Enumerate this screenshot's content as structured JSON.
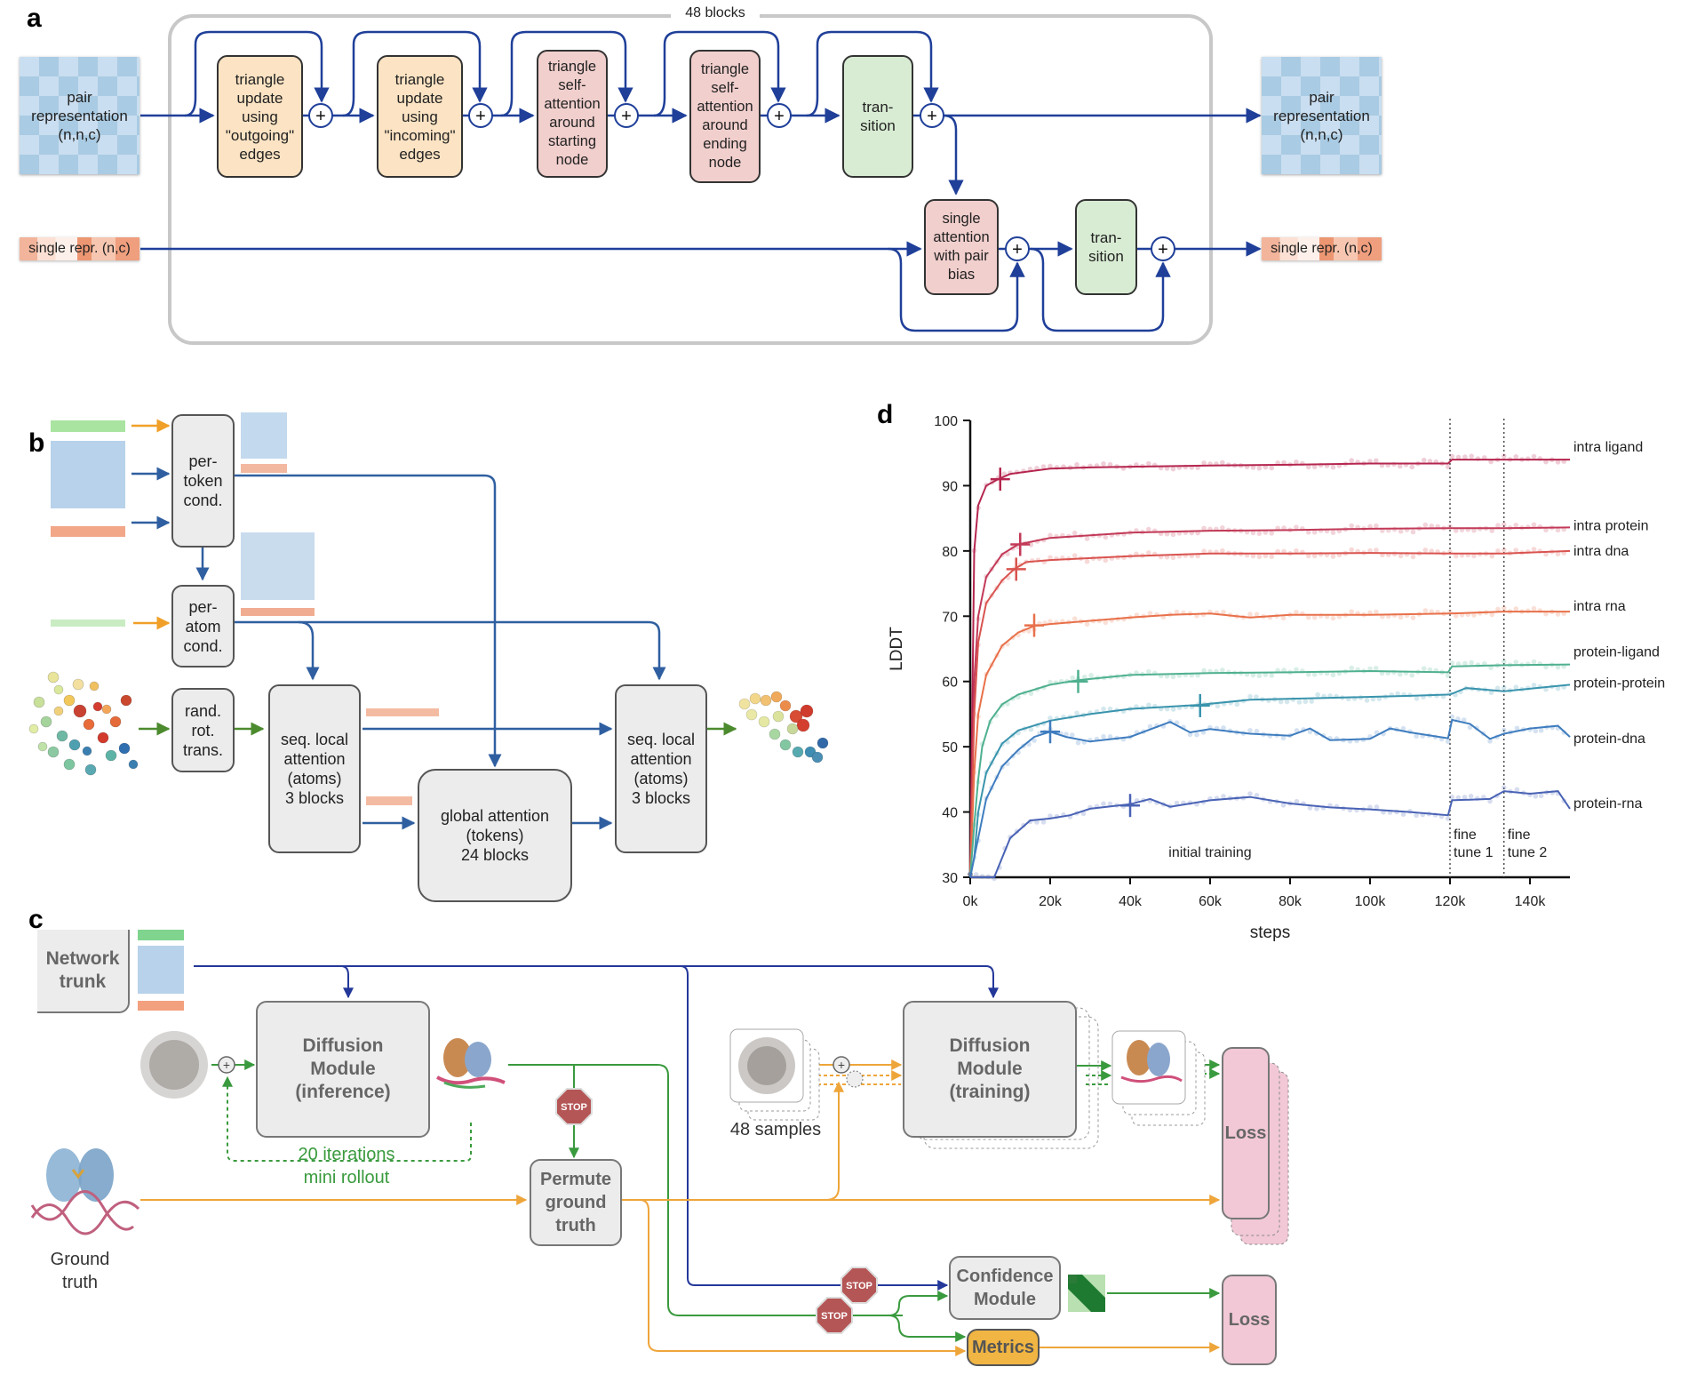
{
  "panels": {
    "a": {
      "letter": "a",
      "container_label": "48 blocks",
      "pair_input": "pair\nrepresentation\n(n,n,c)",
      "pair_output": "pair\nrepresentation\n(n,n,c)",
      "single_input": "single repr. (n,c)",
      "single_output": "single repr. (n,c)",
      "blocks": [
        {
          "label": "triangle\nupdate\nusing\n\"outgoing\"\nedges",
          "color": "#fbe3c3"
        },
        {
          "label": "triangle\nupdate\nusing\n\"incoming\"\nedges",
          "color": "#fbe3c3"
        },
        {
          "label": "triangle\nself-\nattention\naround\nstarting\nnode",
          "color": "#f1cfcd"
        },
        {
          "label": "triangle\nself-\nattention\naround\nending\nnode",
          "color": "#f1cfcd"
        },
        {
          "label": "tran-\nsition",
          "color": "#d8ecd3"
        },
        {
          "label": "single\nattention\nwith pair\nbias",
          "color": "#f1cfcd"
        },
        {
          "label": "tran-\nsition",
          "color": "#d8ecd3"
        }
      ],
      "sum_symbol": "+"
    },
    "b": {
      "letter": "b",
      "blocks": [
        {
          "label": "per-\ntoken\ncond."
        },
        {
          "label": "per-\natom\ncond."
        },
        {
          "label": "rand.\nrot.\ntrans."
        },
        {
          "label": "seq. local\nattention\n(atoms)\n3 blocks"
        },
        {
          "label": "global attention\n(tokens)\n24 blocks"
        },
        {
          "label": "seq. local\nattention\n(atoms)\n3 blocks"
        }
      ]
    },
    "c": {
      "letter": "c",
      "network_trunk": "Network\ntrunk",
      "diffusion_inference": "Diffusion\nModule\n(inference)",
      "rollout_label": "20 iterations\nmini rollout",
      "ground_truth": "Ground\ntruth",
      "permute": "Permute\nground\ntruth",
      "samples_label": "48 samples",
      "diffusion_training": "Diffusion\nModule\n(training)",
      "loss_top": "Loss",
      "confidence": "Confidence\nModule",
      "metrics": "Metrics",
      "loss_bottom": "Loss",
      "stop_label": "STOP"
    }
  },
  "chart_data": {
    "type": "line",
    "panel_letter": "d",
    "title": "",
    "xlabel": "steps",
    "ylabel": "LDDT",
    "xlim": [
      0,
      150000
    ],
    "ylim": [
      30,
      100
    ],
    "xticks": [
      0,
      20000,
      40000,
      60000,
      80000,
      100000,
      120000,
      140000
    ],
    "xtick_labels": [
      "0k",
      "20k",
      "40k",
      "60k",
      "80k",
      "100k",
      "120k",
      "140k"
    ],
    "yticks": [
      30,
      40,
      50,
      60,
      70,
      80,
      90,
      100
    ],
    "ytick_labels": [
      "30",
      "40",
      "50",
      "60",
      "70",
      "80",
      "90",
      "100"
    ],
    "grid": false,
    "legend": "inline-right",
    "phase_dividers": [
      120000,
      133500
    ],
    "phase_labels": [
      {
        "text": "initial training",
        "x": 60000
      },
      {
        "text": "fine\ntune 1",
        "x": 120000
      },
      {
        "text": "fine\ntune 2",
        "x": 133500
      }
    ],
    "series": [
      {
        "name": "intra ligand",
        "color": "#b5264f",
        "x": [
          0,
          1000,
          2000,
          4000,
          7000,
          10000,
          20000,
          30000,
          40000,
          60000,
          80000,
          100000,
          119500,
          120500,
          133500,
          150000
        ],
        "y": [
          30,
          80,
          87,
          90,
          91,
          91.8,
          92.6,
          92.8,
          92.9,
          93.1,
          93.2,
          93.4,
          93.4,
          94.0,
          94.0,
          94.0
        ],
        "marker": {
          "x": 7500,
          "y": 91
        }
      },
      {
        "name": "intra protein",
        "color": "#c23a58",
        "x": [
          0,
          1000,
          2000,
          4000,
          8000,
          12000,
          20000,
          40000,
          60000,
          80000,
          100000,
          120000,
          133500,
          150000
        ],
        "y": [
          30,
          60,
          70,
          76,
          79.5,
          81,
          82,
          82.8,
          83.1,
          83.2,
          83.4,
          83.5,
          83.5,
          83.6
        ],
        "marker": {
          "x": 12500,
          "y": 81
        }
      },
      {
        "name": "intra dna",
        "color": "#d9534f",
        "x": [
          0,
          1000,
          2000,
          4000,
          8000,
          11000,
          14000,
          20000,
          40000,
          60000,
          80000,
          100000,
          120000,
          133500,
          150000
        ],
        "y": [
          30,
          55,
          66,
          72,
          75.5,
          77.2,
          78.3,
          78.6,
          79.2,
          79.6,
          79.6,
          79.7,
          79.6,
          79.6,
          80.0
        ],
        "marker": {
          "x": 11500,
          "y": 77.2
        }
      },
      {
        "name": "intra rna",
        "color": "#e8704a",
        "x": [
          0,
          1000,
          2000,
          4000,
          8000,
          12000,
          16000,
          20000,
          40000,
          50000,
          60000,
          70000,
          80000,
          100000,
          120000,
          133500,
          150000
        ],
        "y": [
          30,
          46,
          55,
          61,
          65.5,
          67.5,
          68.5,
          68.8,
          69.8,
          70.2,
          70.4,
          69.8,
          70.2,
          70.2,
          70.4,
          70.7,
          70.7
        ],
        "marker": {
          "x": 16000,
          "y": 68.6
        }
      },
      {
        "name": "protein-ligand",
        "color": "#4fb08f",
        "x": [
          0,
          1000,
          2000,
          3000,
          5000,
          8000,
          12000,
          20000,
          27000,
          40000,
          60000,
          80000,
          100000,
          119500,
          120500,
          133500,
          150000
        ],
        "y": [
          30,
          38,
          45,
          50,
          54,
          56.5,
          58,
          59.5,
          60.2,
          61,
          61.3,
          61.4,
          61.6,
          61.4,
          62.3,
          62.5,
          62.6
        ],
        "marker": {
          "x": 27000,
          "y": 60
        }
      },
      {
        "name": "protein-protein",
        "color": "#3a94ad",
        "x": [
          0,
          1000,
          2000,
          4000,
          8000,
          12000,
          20000,
          30000,
          40000,
          57000,
          70000,
          90000,
          110000,
          120000,
          124000,
          133500,
          150000
        ],
        "y": [
          30,
          33,
          40,
          46,
          50.5,
          52.5,
          54,
          55,
          55.8,
          56.4,
          57.2,
          57.5,
          57.8,
          58,
          59,
          58.5,
          59.5
        ],
        "marker": {
          "x": 57500,
          "y": 56.3
        }
      },
      {
        "name": "protein-dna",
        "color": "#3f7dbf",
        "x": [
          0,
          2000,
          4000,
          8000,
          12000,
          16000,
          20000,
          24000,
          30000,
          40000,
          50000,
          55000,
          60000,
          70000,
          80000,
          85000,
          90000,
          100000,
          105000,
          110000,
          119500,
          120500,
          125000,
          130000,
          133500,
          140000,
          147000,
          150000
        ],
        "y": [
          30,
          36,
          42,
          47,
          49.5,
          51.5,
          52.3,
          51.5,
          50.8,
          51.5,
          53.8,
          52.2,
          52.7,
          52.0,
          51.7,
          52.8,
          51.0,
          51.2,
          52.8,
          52.2,
          51.3,
          54.1,
          53.5,
          51.2,
          52.0,
          52.8,
          53.2,
          51.5
        ],
        "marker": {
          "x": 20000,
          "y": 52.3
        }
      },
      {
        "name": "protein-rna",
        "color": "#4a63b5",
        "x": [
          0,
          6000,
          10000,
          15000,
          20000,
          25000,
          30000,
          40000,
          45000,
          50000,
          60000,
          70000,
          80000,
          90000,
          100000,
          110000,
          119500,
          120500,
          130000,
          133500,
          140000,
          147000,
          150000
        ],
        "y": [
          25,
          30,
          36,
          38.7,
          39,
          39.5,
          40.5,
          41.2,
          42,
          40.8,
          41.8,
          42.3,
          41.3,
          40.7,
          40.4,
          40.0,
          39.5,
          41.8,
          42,
          43.2,
          42.8,
          43.2,
          40.5
        ],
        "marker": {
          "x": 40000,
          "y": 41
        }
      }
    ]
  }
}
